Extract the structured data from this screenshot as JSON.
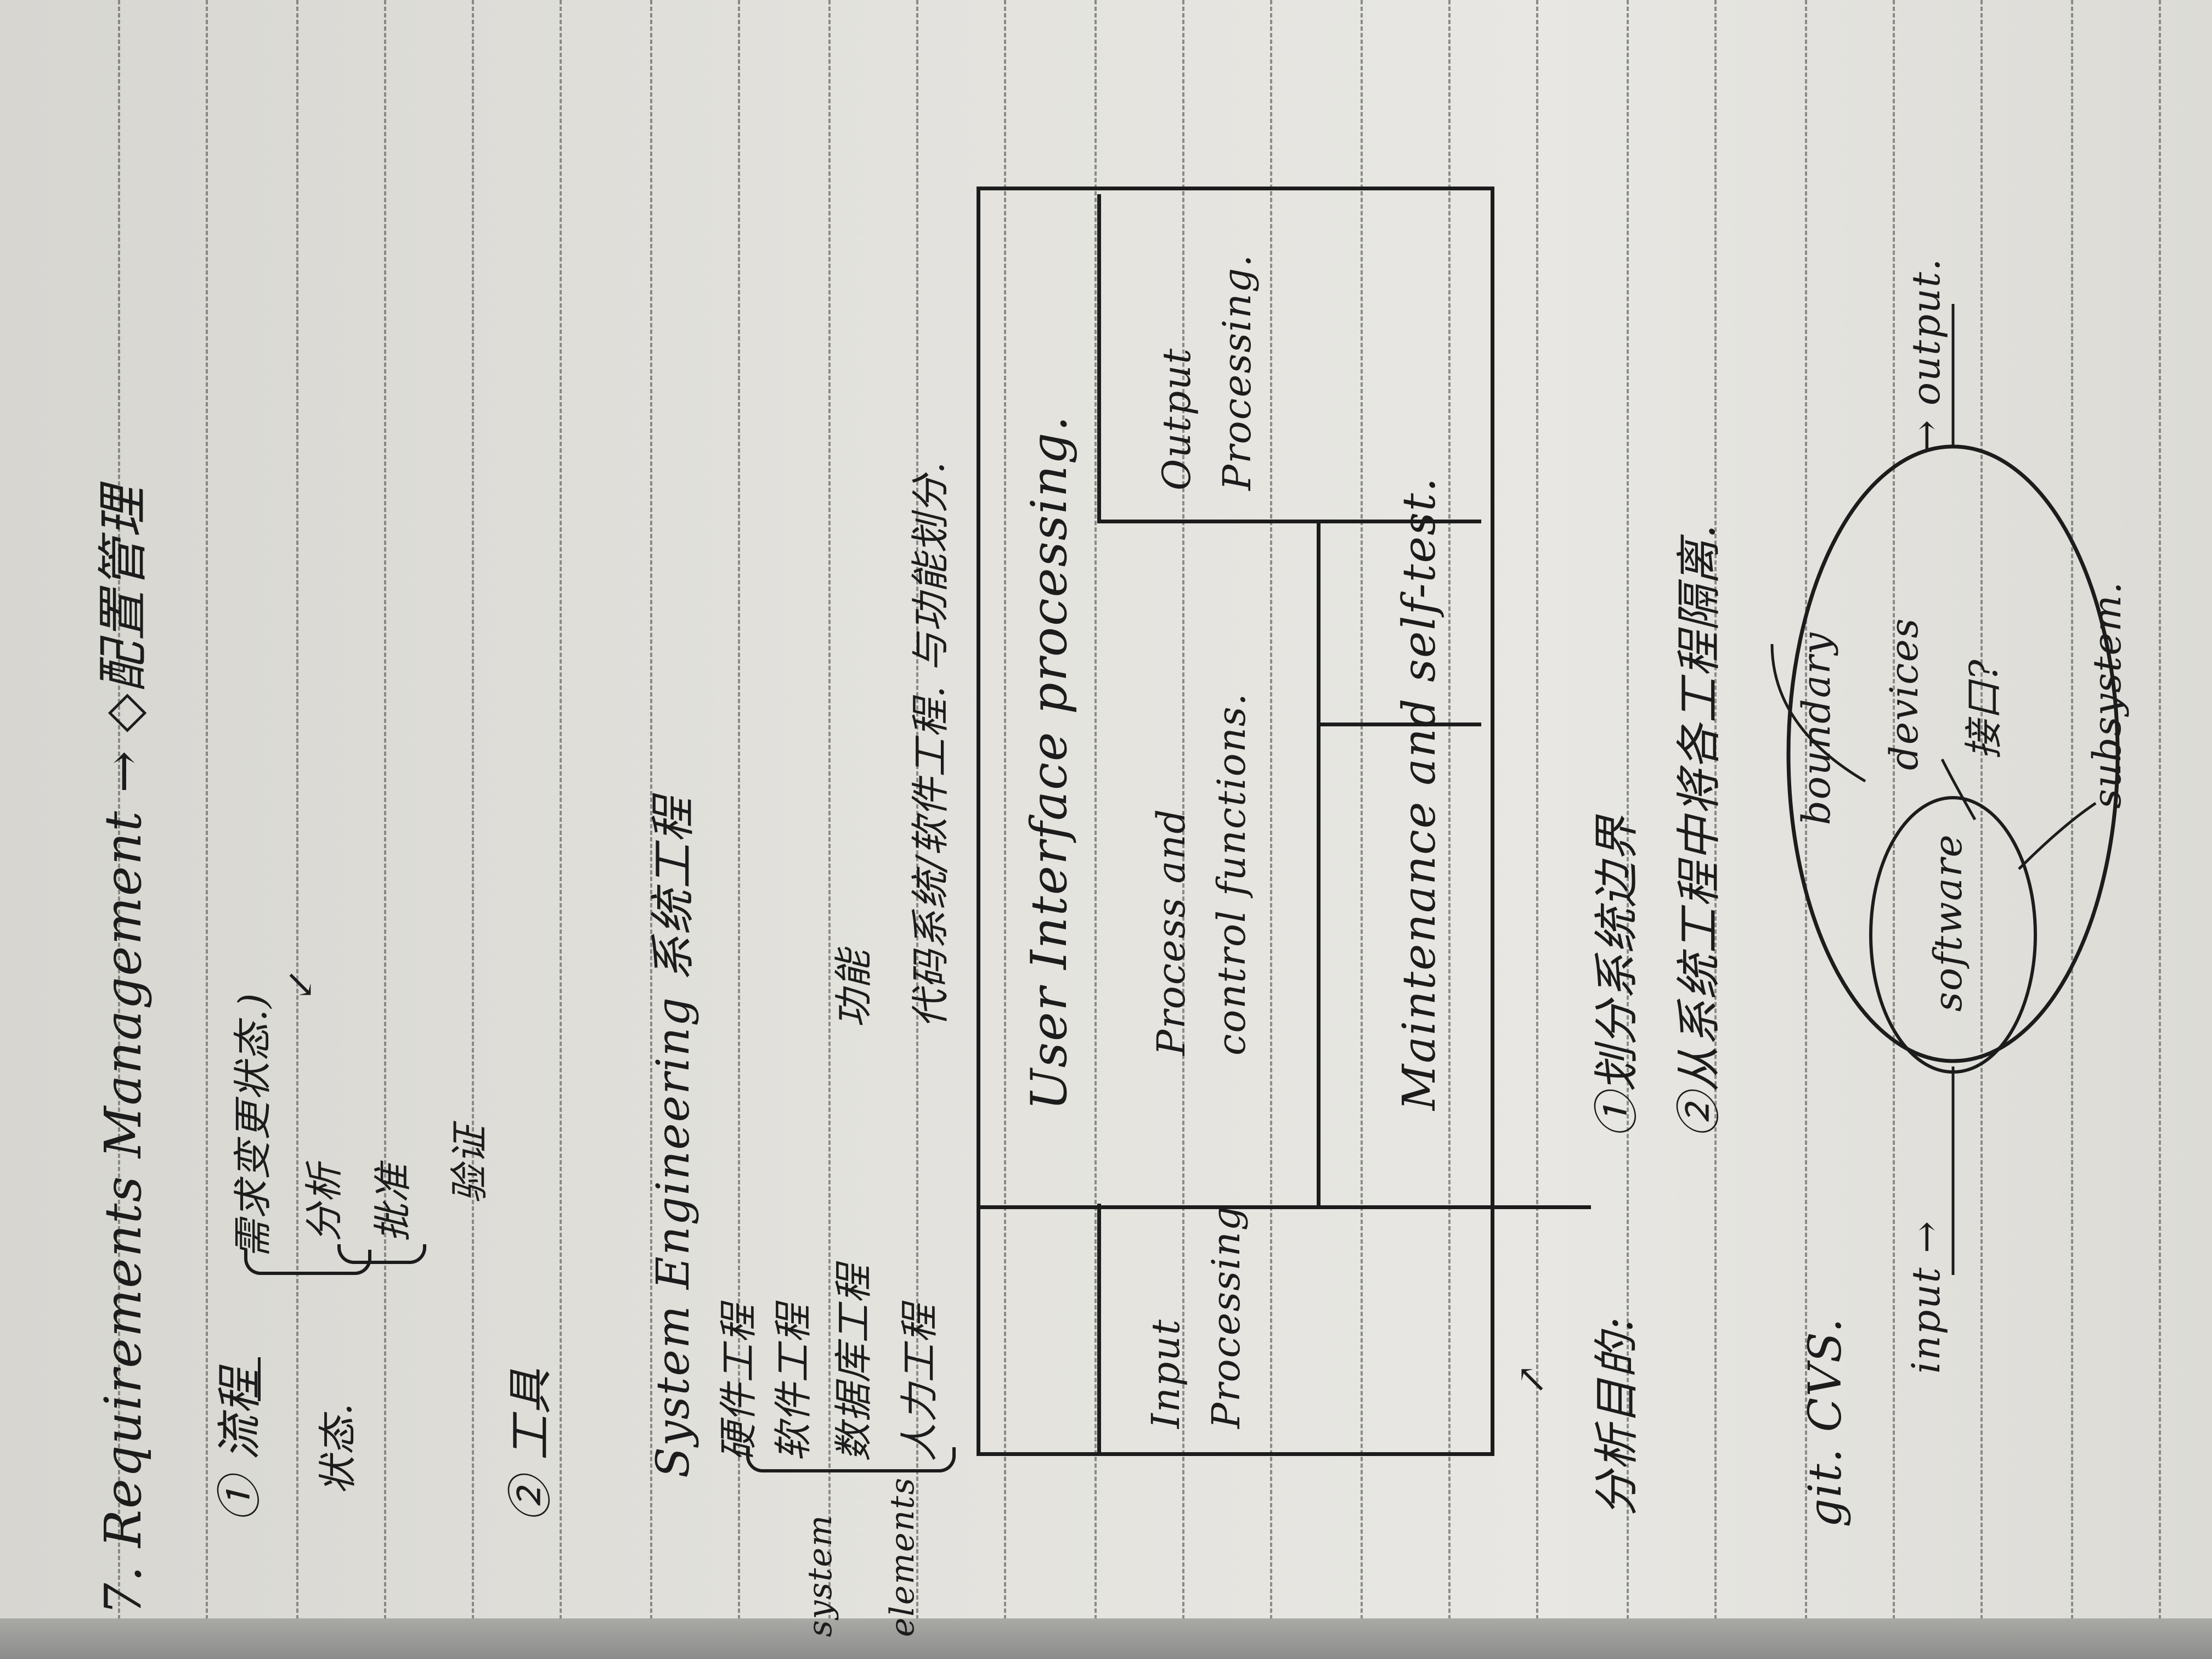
{
  "notes": {
    "heading": "7. Requirements Management → ◇配置管理",
    "process": {
      "label": "① 流程",
      "sub_label": "状态.",
      "change": "需求变更状态.)",
      "arrow": "↙",
      "steps": [
        "分析",
        "批准",
        "验证"
      ]
    },
    "tools": {
      "label": "② 工具",
      "git": "git. CVS."
    },
    "system_engineering": {
      "title": "System Engineering 系统工程",
      "elements_label": "system elements",
      "items": [
        "硬件工程",
        "软件工程",
        "数据库工程",
        "人力工程"
      ],
      "extra": "功能",
      "relation": "代码系统/软件工程. 与功能划分."
    },
    "architecture": {
      "user_interface": "User Interface processing.",
      "input": "Input Processing",
      "process": "Process and control functions.",
      "output": "Output Processing.",
      "maintenance": "Maintenance and self-test."
    },
    "analysis": {
      "label": "分析目的:",
      "point1": "①划分系统边界",
      "point2": "②从系统工程中将各工程隔离.",
      "arrow": "↗"
    },
    "boundary_diagram": {
      "boundary": "boundary",
      "devices": "devices",
      "interface": "接口?",
      "software": "software",
      "subsystem": "subsystem.",
      "input": "input →",
      "output": "→ output."
    }
  }
}
